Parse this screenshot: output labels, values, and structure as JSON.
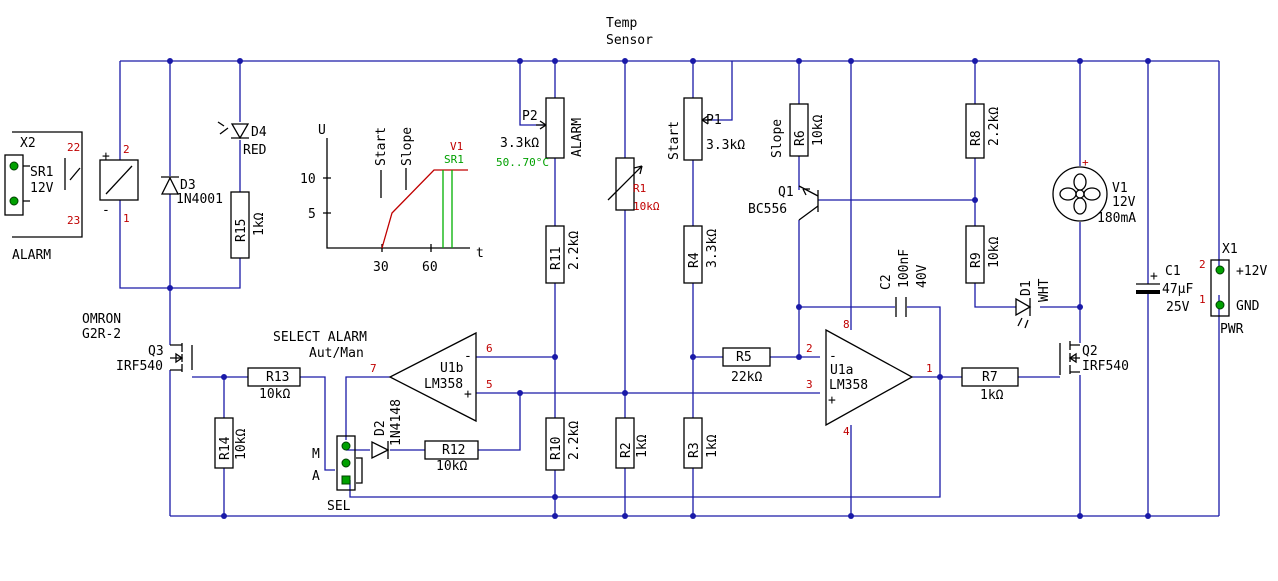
{
  "title": {
    "line1": "Temp",
    "line2": "Sensor"
  },
  "colors": {
    "wire": "#1a1aa8",
    "pin": "#c00000",
    "green": "#00a000",
    "component": "#000000"
  },
  "x2": {
    "ref": "X2",
    "relay_ref": "SR1",
    "relay_volt": "12V",
    "pin_top": "22",
    "pin_bottom": "23",
    "label": "ALARM"
  },
  "relay": {
    "pin_plus": "+",
    "pin_minus": "-",
    "pin_2": "2",
    "pin_1": "1",
    "maker": "OMRON",
    "model": "G2R-2"
  },
  "d3": {
    "ref": "D3",
    "value": "1N4001"
  },
  "d4": {
    "ref": "D4",
    "value": "RED"
  },
  "r15": {
    "ref": "R15",
    "value": "1kΩ"
  },
  "graph": {
    "ylabel": "U",
    "xlabel": "t",
    "y10": "10",
    "y5": "5",
    "x30": "30",
    "x60": "60",
    "start": "Start",
    "slope": "Slope",
    "v1": "V1",
    "sr1": "SR1"
  },
  "q3": {
    "ref": "Q3",
    "value": "IRF540"
  },
  "r13": {
    "ref": "R13",
    "value": "10kΩ"
  },
  "r14": {
    "ref": "R14",
    "value": "10kΩ"
  },
  "select": {
    "line1": "SELECT ALARM",
    "line2": "Aut/Man",
    "m": "M",
    "a": "A",
    "ref": "SEL"
  },
  "d2": {
    "ref": "D2",
    "value": "1N4148"
  },
  "r12": {
    "ref": "R12",
    "value": "10kΩ"
  },
  "u1b": {
    "ref": "U1b",
    "value": "LM358",
    "pin7": "7",
    "pin6": "6",
    "pin5": "5",
    "minus": "-",
    "plus": "+"
  },
  "p2": {
    "ref": "P2",
    "value": "3.3kΩ",
    "label": "ALARM",
    "range": "50..70°C"
  },
  "r11": {
    "ref": "R11",
    "value": "2.2kΩ"
  },
  "r10": {
    "ref": "R10",
    "value": "2.2kΩ"
  },
  "r1": {
    "ref": "R1",
    "value": "10kΩ"
  },
  "r2": {
    "ref": "R2",
    "value": "1kΩ"
  },
  "p1": {
    "ref": "P1",
    "value": "3.3kΩ",
    "label": "Start"
  },
  "r4": {
    "ref": "R4",
    "value": "3.3kΩ"
  },
  "r3": {
    "ref": "R3",
    "value": "1kΩ"
  },
  "r5": {
    "ref": "R5",
    "value": "22kΩ"
  },
  "r6": {
    "ref": "R6",
    "value": "10kΩ",
    "label": "Slope"
  },
  "q1": {
    "ref": "Q1",
    "value": "BC556"
  },
  "c2": {
    "ref": "C2",
    "value": "100nF",
    "volt": "40V"
  },
  "u1a": {
    "ref": "U1a",
    "value": "LM358",
    "pin8": "8",
    "pin2": "2",
    "pin3": "3",
    "pin1": "1",
    "pin4": "4",
    "minus": "-",
    "plus": "+"
  },
  "r8": {
    "ref": "R8",
    "value": "2.2kΩ"
  },
  "r9": {
    "ref": "R9",
    "value": "10kΩ"
  },
  "d1": {
    "ref": "D1",
    "value": "WHT"
  },
  "v1": {
    "ref": "V1",
    "volt": "12V",
    "current": "180mA",
    "plus": "+"
  },
  "r7": {
    "ref": "R7",
    "value": "1kΩ"
  },
  "q2": {
    "ref": "Q2",
    "value": "IRF540"
  },
  "c1": {
    "ref": "C1",
    "value": "47µF",
    "volt": "25V",
    "plus": "+"
  },
  "x1": {
    "ref": "X1",
    "pin2": "2",
    "pin1": "1",
    "vplus": "+12V",
    "gnd": "GND",
    "label": "PWR"
  }
}
